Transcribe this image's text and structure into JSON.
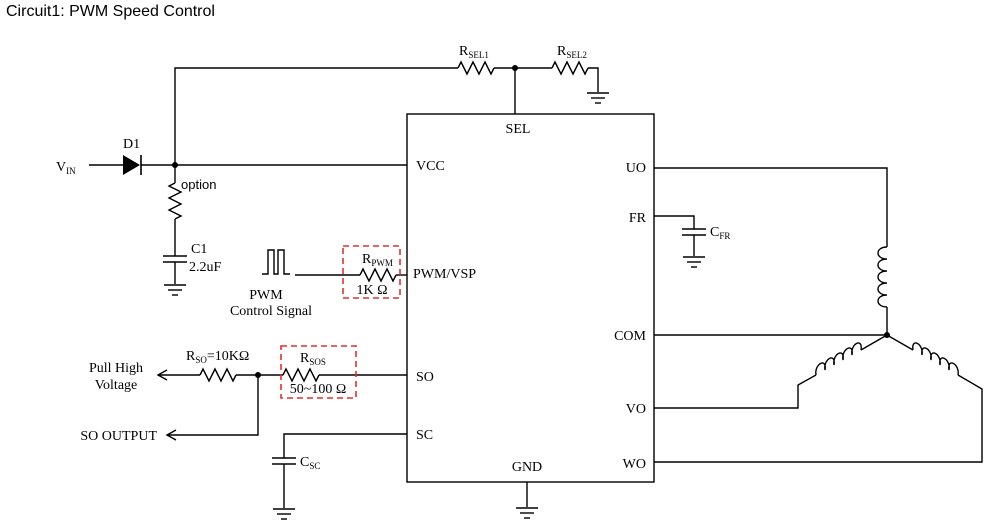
{
  "title": "Circuit1: PWM Speed Control",
  "ic_pins": {
    "sel": "SEL",
    "vcc": "VCC",
    "pwm_vsp": "PWM/VSP",
    "so": "SO",
    "sc": "SC",
    "gnd": "GND",
    "uo": "UO",
    "fr": "FR",
    "com": "COM",
    "vo": "VO",
    "wo": "WO"
  },
  "components": {
    "rsel1": {
      "main": "R",
      "sub": "SEL1"
    },
    "rsel2": {
      "main": "R",
      "sub": "SEL2"
    },
    "vin": {
      "main": "V",
      "sub": "IN"
    },
    "d1": "D1",
    "option": "option",
    "c1": "C1",
    "c1_value": "2.2uF",
    "rpwm": {
      "main": "R",
      "sub": "PWM"
    },
    "rpwm_value": "1K  Ω",
    "pwm_signal_line1": "PWM",
    "pwm_signal_line2": "Control Signal",
    "cfr": {
      "main": "C",
      "sub": "FR"
    },
    "rso": {
      "main": "R",
      "sub": "SO",
      "value": "=10KΩ"
    },
    "rsos": {
      "main": "R",
      "sub": "SOS"
    },
    "rsos_value": "50~100  Ω",
    "pull_high_line1": "Pull High",
    "pull_high_line2": "Voltage",
    "so_output": "SO OUTPUT",
    "csc": {
      "main": "C",
      "sub": "SC"
    }
  },
  "colors": {
    "wire": "#000000",
    "highlight": "#e0302a"
  }
}
